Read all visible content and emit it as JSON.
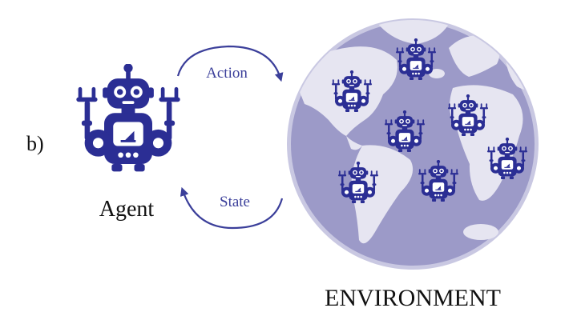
{
  "panel_label": "b)",
  "agent": {
    "label": "Agent",
    "icon": "robot-icon"
  },
  "environment": {
    "label": "ENVIRONMENT",
    "icon": "globe-icon"
  },
  "arrows": {
    "action": {
      "label": "Action",
      "direction": "agent-to-environment"
    },
    "state": {
      "label": "State",
      "direction": "environment-to-agent"
    }
  },
  "colors": {
    "robot": "#2b2e94",
    "arrow": "#3b3f9a",
    "ocean": "#9c9ac8",
    "land": "#e6e5f1",
    "globe_outline": "#c9c8e2"
  },
  "globe_robot_count": 7
}
